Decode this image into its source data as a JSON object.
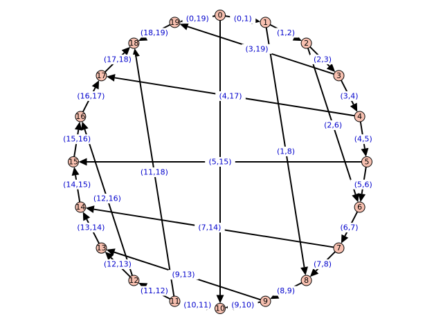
{
  "diagram": {
    "type": "directed-graph",
    "colors": {
      "node_fill": "#f8c0b0",
      "node_stroke": "#000000",
      "edge": "#000000",
      "edge_label": "#0000cc"
    },
    "nodes": [
      "0",
      "1",
      "2",
      "3",
      "4",
      "5",
      "6",
      "7",
      "8",
      "9",
      "10",
      "11",
      "12",
      "13",
      "14",
      "15",
      "16",
      "17",
      "18",
      "19"
    ],
    "edges": [
      {
        "source": 0,
        "target": 1,
        "label": "(0,1)"
      },
      {
        "source": 0,
        "target": 19,
        "label": "(0,19)"
      },
      {
        "source": 0,
        "target": 10,
        "label": ""
      },
      {
        "source": 1,
        "target": 2,
        "label": "(1,2)"
      },
      {
        "source": 1,
        "target": 8,
        "label": "(1,8)"
      },
      {
        "source": 2,
        "target": 3,
        "label": "(2,3)"
      },
      {
        "source": 2,
        "target": 6,
        "label": "(2,6)"
      },
      {
        "source": 3,
        "target": 4,
        "label": "(3,4)"
      },
      {
        "source": 3,
        "target": 19,
        "label": "(3,19)"
      },
      {
        "source": 4,
        "target": 5,
        "label": "(4,5)"
      },
      {
        "source": 4,
        "target": 17,
        "label": "(4,17)"
      },
      {
        "source": 5,
        "target": 6,
        "label": "(5,6)"
      },
      {
        "source": 5,
        "target": 15,
        "label": "(5,15)"
      },
      {
        "source": 6,
        "target": 7,
        "label": "(6,7)"
      },
      {
        "source": 7,
        "target": 8,
        "label": "(7,8)"
      },
      {
        "source": 7,
        "target": 14,
        "label": "(7,14)"
      },
      {
        "source": 8,
        "target": 9,
        "label": "(8,9)"
      },
      {
        "source": 9,
        "target": 10,
        "label": "(9,10)"
      },
      {
        "source": 9,
        "target": 13,
        "label": "(9,13)"
      },
      {
        "source": 11,
        "target": 10,
        "label": "(10,11)"
      },
      {
        "source": 11,
        "target": 12,
        "label": "(11,12)"
      },
      {
        "source": 11,
        "target": 18,
        "label": "(11,18)"
      },
      {
        "source": 12,
        "target": 13,
        "label": "(12,13)"
      },
      {
        "source": 12,
        "target": 16,
        "label": "(12,16)"
      },
      {
        "source": 13,
        "target": 14,
        "label": "(13,14)"
      },
      {
        "source": 14,
        "target": 15,
        "label": "(14,15)"
      },
      {
        "source": 15,
        "target": 16,
        "label": "(15,16)"
      },
      {
        "source": 16,
        "target": 17,
        "label": "(16,17)"
      },
      {
        "source": 17,
        "target": 18,
        "label": "(17,18)"
      },
      {
        "source": 19,
        "target": 18,
        "label": "(18,19)"
      }
    ]
  }
}
